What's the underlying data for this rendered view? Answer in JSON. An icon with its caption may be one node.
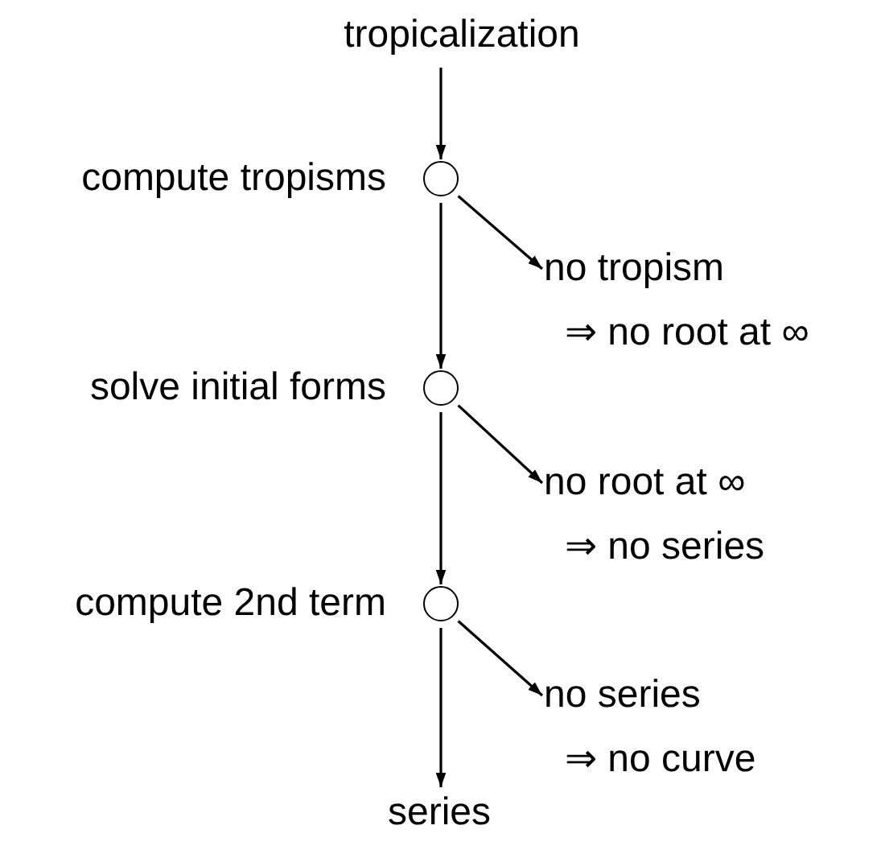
{
  "diagram": {
    "nodes": [
      {
        "text": [
          "tropicalization"
        ]
      },
      {
        "text": [],
        "shape": "circle",
        "beside": [
          "compute tropisms"
        ]
      },
      {
        "text": [
          "no tropism",
          "⇒ no root at ∞"
        ]
      },
      {
        "text": [],
        "shape": "circle",
        "beside": [
          "solve initial forms"
        ]
      },
      {
        "text": [
          "no root at ∞",
          "⇒ no series"
        ]
      },
      {
        "text": [],
        "shape": "circle",
        "beside": [
          "compute 2nd term"
        ]
      },
      {
        "text": [
          "no series",
          "⇒ no curve"
        ]
      },
      {
        "text": [
          "series"
        ]
      }
    ],
    "edges": [
      {
        "from": 0,
        "to": 1,
        "arrow": "to"
      },
      {
        "from": 1,
        "to": 2,
        "arrow": "to"
      },
      {
        "from": 1,
        "to": 3,
        "arrow": "to"
      },
      {
        "from": 3,
        "to": 4,
        "arrow": "to"
      },
      {
        "from": 3,
        "to": 5,
        "arrow": "to"
      },
      {
        "from": 5,
        "to": 6,
        "arrow": "to"
      },
      {
        "from": 5,
        "to": 7,
        "arrow": "to"
      }
    ]
  }
}
